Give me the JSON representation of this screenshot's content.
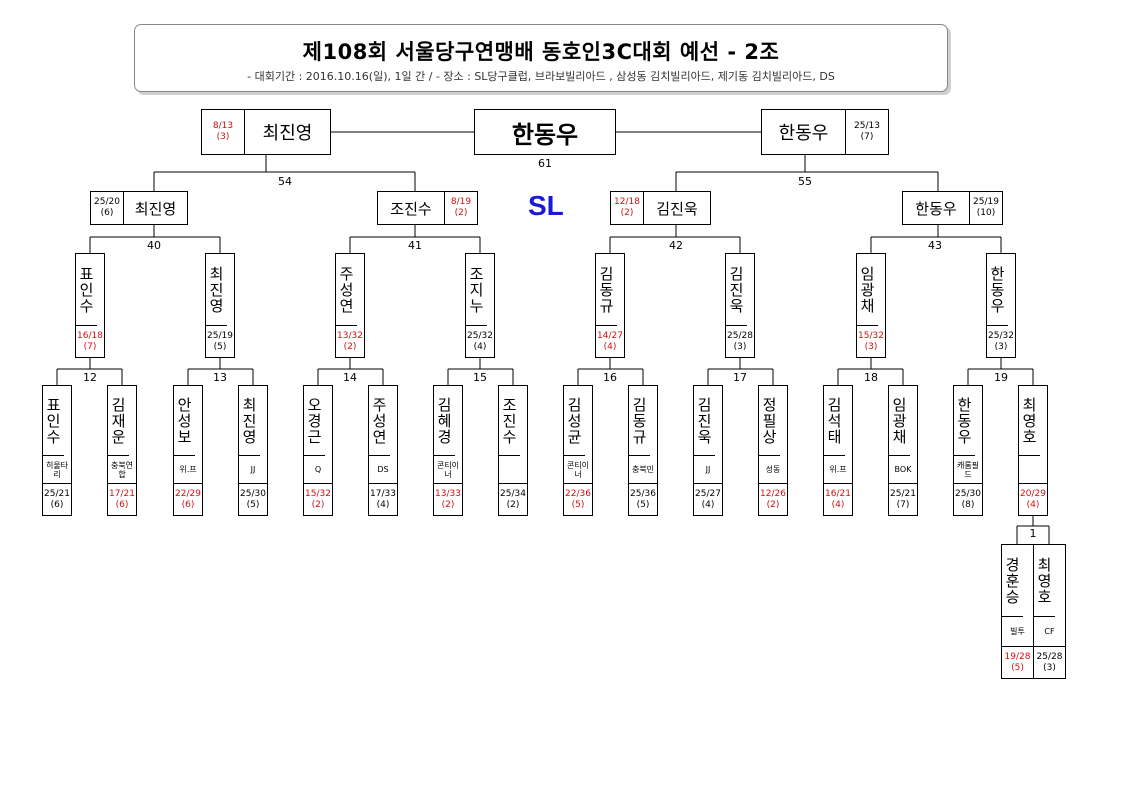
{
  "header": {
    "title": "제108회 서울당구연맹배 동호인3C대회 예선 - 2조",
    "subtitle": "- 대회기간 : 2016.10.16(일), 1일 간 / - 장소 : SL당구클럽, 브라보빌리아드 , 삼성동 김치빌리아드, 제기동 김치빌리아드, DS"
  },
  "logo": "SL",
  "champion": "한동우",
  "final": {
    "number": "61",
    "left": {
      "name": "최진영",
      "score": "8/13",
      "inn": "(3)",
      "red": true
    },
    "right": {
      "name": "한동우",
      "score": "25/13",
      "inn": "(7)",
      "red": false
    }
  },
  "semis": [
    {
      "number": "54"
    },
    {
      "number": "55"
    }
  ],
  "quarters": [
    {
      "number": "40",
      "name": "최진영",
      "score": "25/20",
      "inn": "(6)",
      "red": false,
      "side": "left"
    },
    {
      "number": "41",
      "name": "조진수",
      "score": "8/19",
      "inn": "(2)",
      "red": true,
      "side": "right"
    },
    {
      "number": "42",
      "name": "김진욱",
      "score": "12/18",
      "inn": "(2)",
      "red": true,
      "side": "left"
    },
    {
      "number": "43",
      "name": "한동우",
      "score": "25/19",
      "inn": "(10)",
      "red": false,
      "side": "right"
    }
  ],
  "round2": [
    {
      "name": "표인수",
      "score": "16/18",
      "inn": "(7)",
      "red": true
    },
    {
      "name": "최진영",
      "score": "25/19",
      "inn": "(5)",
      "red": false
    },
    {
      "name": "주성연",
      "score": "13/32",
      "inn": "(2)",
      "red": true
    },
    {
      "name": "조지누",
      "score": "25/32",
      "inn": "(4)",
      "red": false
    },
    {
      "name": "김동규",
      "score": "14/27",
      "inn": "(4)",
      "red": true
    },
    {
      "name": "김진욱",
      "score": "25/28",
      "inn": "(3)",
      "red": false
    },
    {
      "name": "임광채",
      "score": "15/32",
      "inn": "(3)",
      "red": true
    },
    {
      "name": "한동우",
      "score": "25/32",
      "inn": "(3)",
      "red": false
    }
  ],
  "round1_numbers": [
    "12",
    "13",
    "14",
    "15",
    "16",
    "17",
    "18",
    "19"
  ],
  "round1": [
    {
      "name": "표인수",
      "club": "히울타리",
      "score": "25/21",
      "inn": "(6)",
      "red": false
    },
    {
      "name": "김재운",
      "club": "충북연합",
      "score": "17/21",
      "inn": "(6)",
      "red": true
    },
    {
      "name": "안성보",
      "club": "위.프",
      "score": "22/29",
      "inn": "(6)",
      "red": true
    },
    {
      "name": "최진영",
      "club": "JJ",
      "score": "25/30",
      "inn": "(5)",
      "red": false
    },
    {
      "name": "오경근",
      "club": "Q",
      "score": "15/32",
      "inn": "(2)",
      "red": true
    },
    {
      "name": "주성연",
      "club": "DS",
      "score": "17/33",
      "inn": "(4)",
      "red": false
    },
    {
      "name": "김혜경",
      "club": "콘티이너",
      "score": "13/33",
      "inn": "(2)",
      "red": true
    },
    {
      "name": "조진수",
      "club": "",
      "score": "25/34",
      "inn": "(2)",
      "red": false
    },
    {
      "name": "김성균",
      "club": "콘티이너",
      "score": "22/36",
      "inn": "(5)",
      "red": true
    },
    {
      "name": "김동규",
      "club": "충북민",
      "score": "25/36",
      "inn": "(5)",
      "red": false
    },
    {
      "name": "김진욱",
      "club": "JJ",
      "score": "25/27",
      "inn": "(4)",
      "red": false
    },
    {
      "name": "정필상",
      "club": "성동",
      "score": "12/26",
      "inn": "(2)",
      "red": true
    },
    {
      "name": "김석태",
      "club": "위.프",
      "score": "16/21",
      "inn": "(4)",
      "red": true
    },
    {
      "name": "임광채",
      "club": "BOK",
      "score": "25/21",
      "inn": "(7)",
      "red": false
    },
    {
      "name": "한동우",
      "club": "캐롬필드",
      "score": "25/30",
      "inn": "(8)",
      "red": false
    },
    {
      "name": "최영호",
      "club": "",
      "score": "20/29",
      "inn": "(4)",
      "red": true
    }
  ],
  "prelim": {
    "number": "1",
    "players": [
      {
        "name": "경훈승",
        "club": "빌투",
        "score": "19/28",
        "inn": "(5)",
        "red": true
      },
      {
        "name": "최영호",
        "club": "CF",
        "score": "25/28",
        "inn": "(3)",
        "red": false
      }
    ]
  }
}
